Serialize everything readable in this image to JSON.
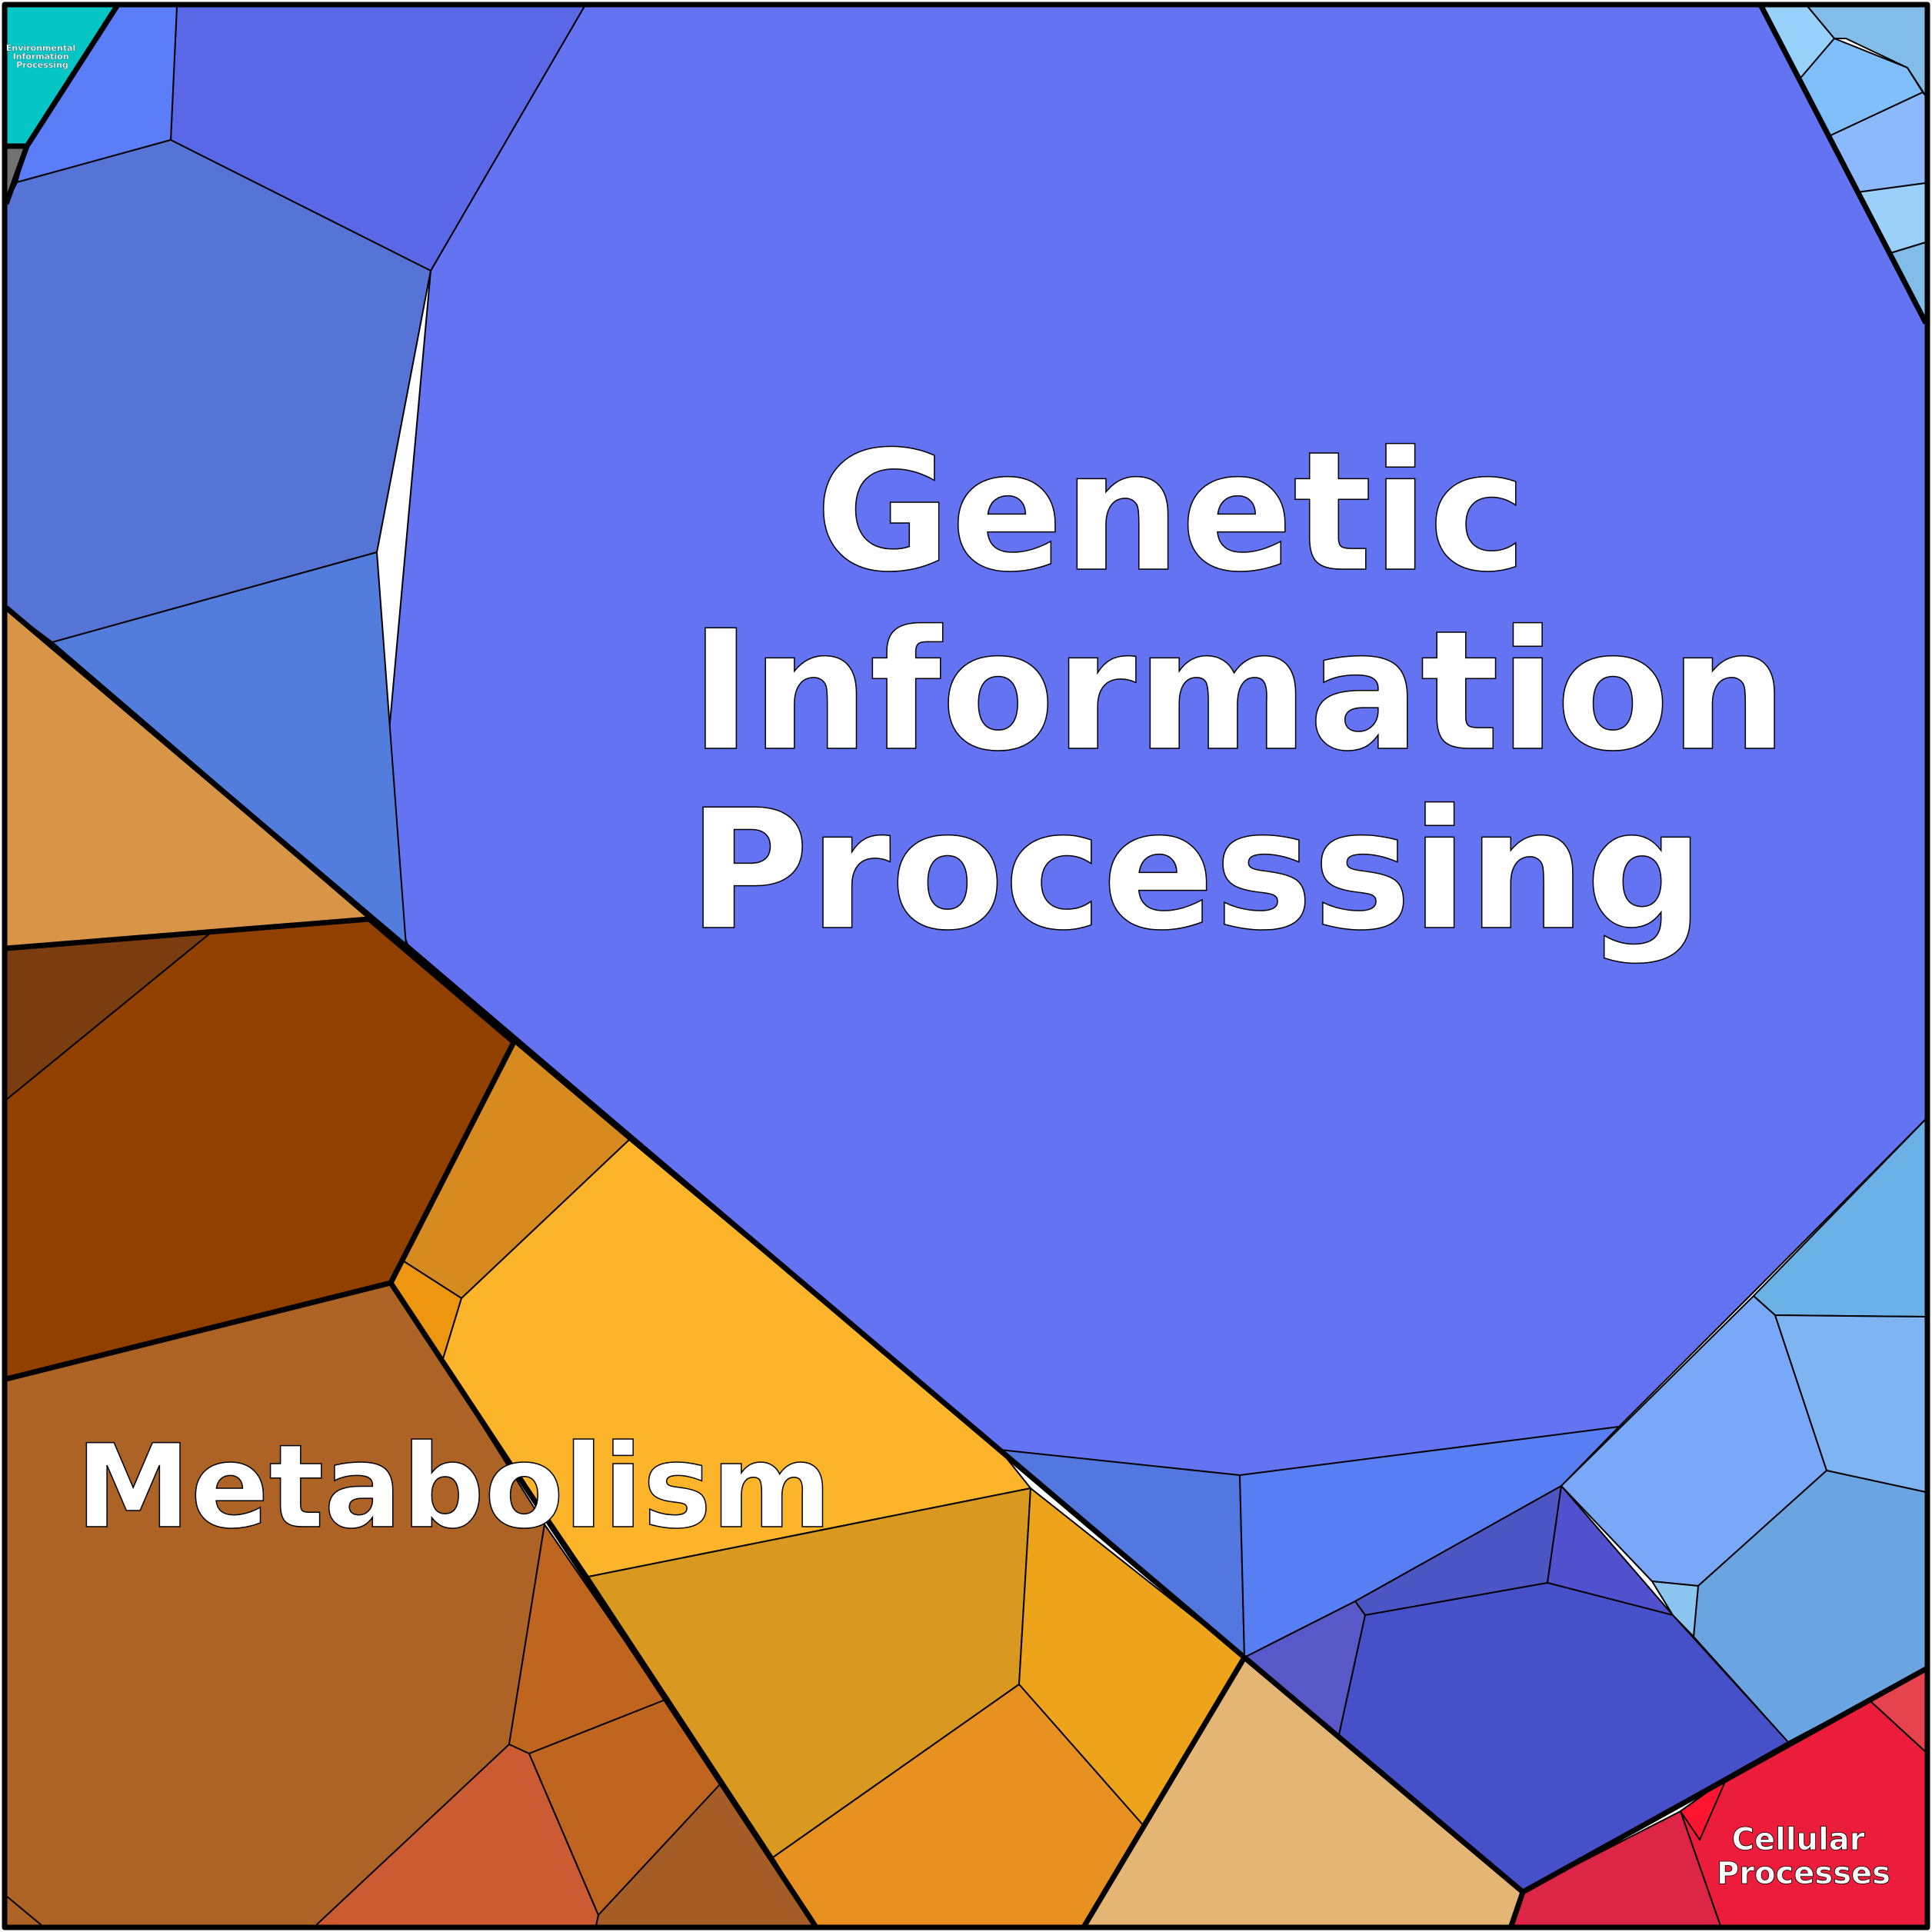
{
  "categories": {
    "genetic": {
      "label_lines": [
        "Genetic",
        "Information",
        "Processing"
      ],
      "colors": [
        "#6373f2",
        "#5a67e6",
        "#5b7df7",
        "#5674d6",
        "#537ddd",
        "#5278e0",
        "#577ef2",
        "#4c55c4",
        "#5151d0",
        "#5858c8",
        "#4651c9"
      ]
    },
    "metabolism": {
      "label_lines": [
        "Metabolism"
      ],
      "colors": [
        "#d99547",
        "#7b3c10",
        "#924000",
        "#ad6226",
        "#d68a20",
        "#fcb52a",
        "#ef9611",
        "#d9981f",
        "#eda31a",
        "#e89020",
        "#e4b574",
        "#bf651f",
        "#cc5a32",
        "#a65c26"
      ]
    },
    "cellular": {
      "label_lines": [
        "Cellular",
        "Processes"
      ],
      "colors": [
        "#ec1d3a",
        "#dd2545",
        "#e7434f",
        "#ff1530"
      ]
    },
    "environmental": {
      "label_lines": [
        "Environmental",
        "Information",
        "Processing"
      ],
      "colors": [
        "#05c5c5"
      ]
    },
    "light_blue": {
      "colors": [
        "#6cb0e8",
        "#7aa8f8",
        "#7fb4f2",
        "#6aa5e1",
        "#8cc5f0",
        "#98d2fc",
        "#80befa",
        "#8cb9fb",
        "#9bd0fa",
        "#81bde8"
      ]
    },
    "small_grey": {
      "colors": [
        "#727272"
      ]
    }
  },
  "outline_color": "#000000"
}
